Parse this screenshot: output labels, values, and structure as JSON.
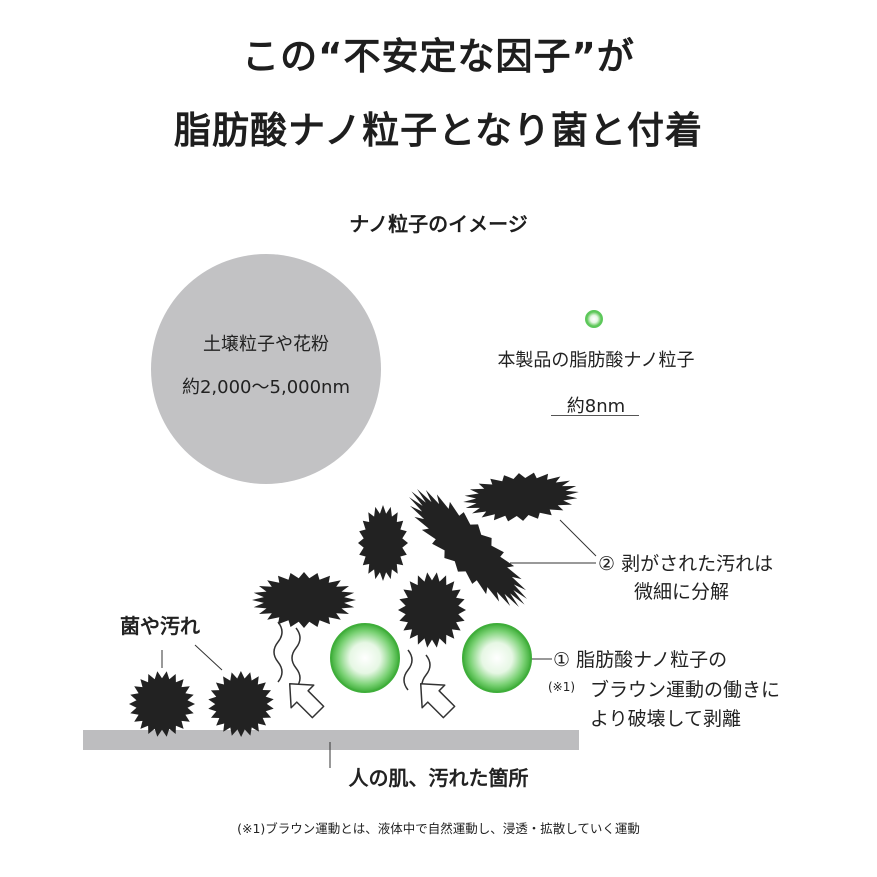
{
  "title": {
    "line1": "この“不安定な因子”が",
    "line2": "脂肪酸ナノ粒子となり菌と付着"
  },
  "section_title": "ナノ粒子のイメージ",
  "large_particle": {
    "name": "土壌粒子や花粉",
    "size": "約2,000〜5,000nm",
    "color": "#c2c2c4"
  },
  "nano_particle": {
    "name": "本製品の脂肪酸ナノ粒子",
    "size": "約8nm",
    "color": "#7fd97a"
  },
  "labels": {
    "bacteria_dirt": "菌や汚れ",
    "step2_marker": "②",
    "step2_line1": "剥がされた汚れは",
    "step2_line2": "微細に分解",
    "step1_marker": "①",
    "step1_line1": "脂肪酸ナノ粒子の",
    "step1_note": "(※1)",
    "step1_line2": "ブラウン運動の働きに",
    "step1_line3": "より破壊して剥離",
    "skin": "人の肌、汚れた箇所"
  },
  "footnote": "(※1)ブラウン運動とは、液体中で自然運動し、浸透・拡散していく運動",
  "icons": [
    "dirt-spiky-icon",
    "nano-particle-icon",
    "arrow-icon",
    "wavy-motion-icon"
  ],
  "colors": {
    "dirt": "#222222",
    "surface": "#bdbdbf",
    "particle_glow": "#5cc85a"
  }
}
